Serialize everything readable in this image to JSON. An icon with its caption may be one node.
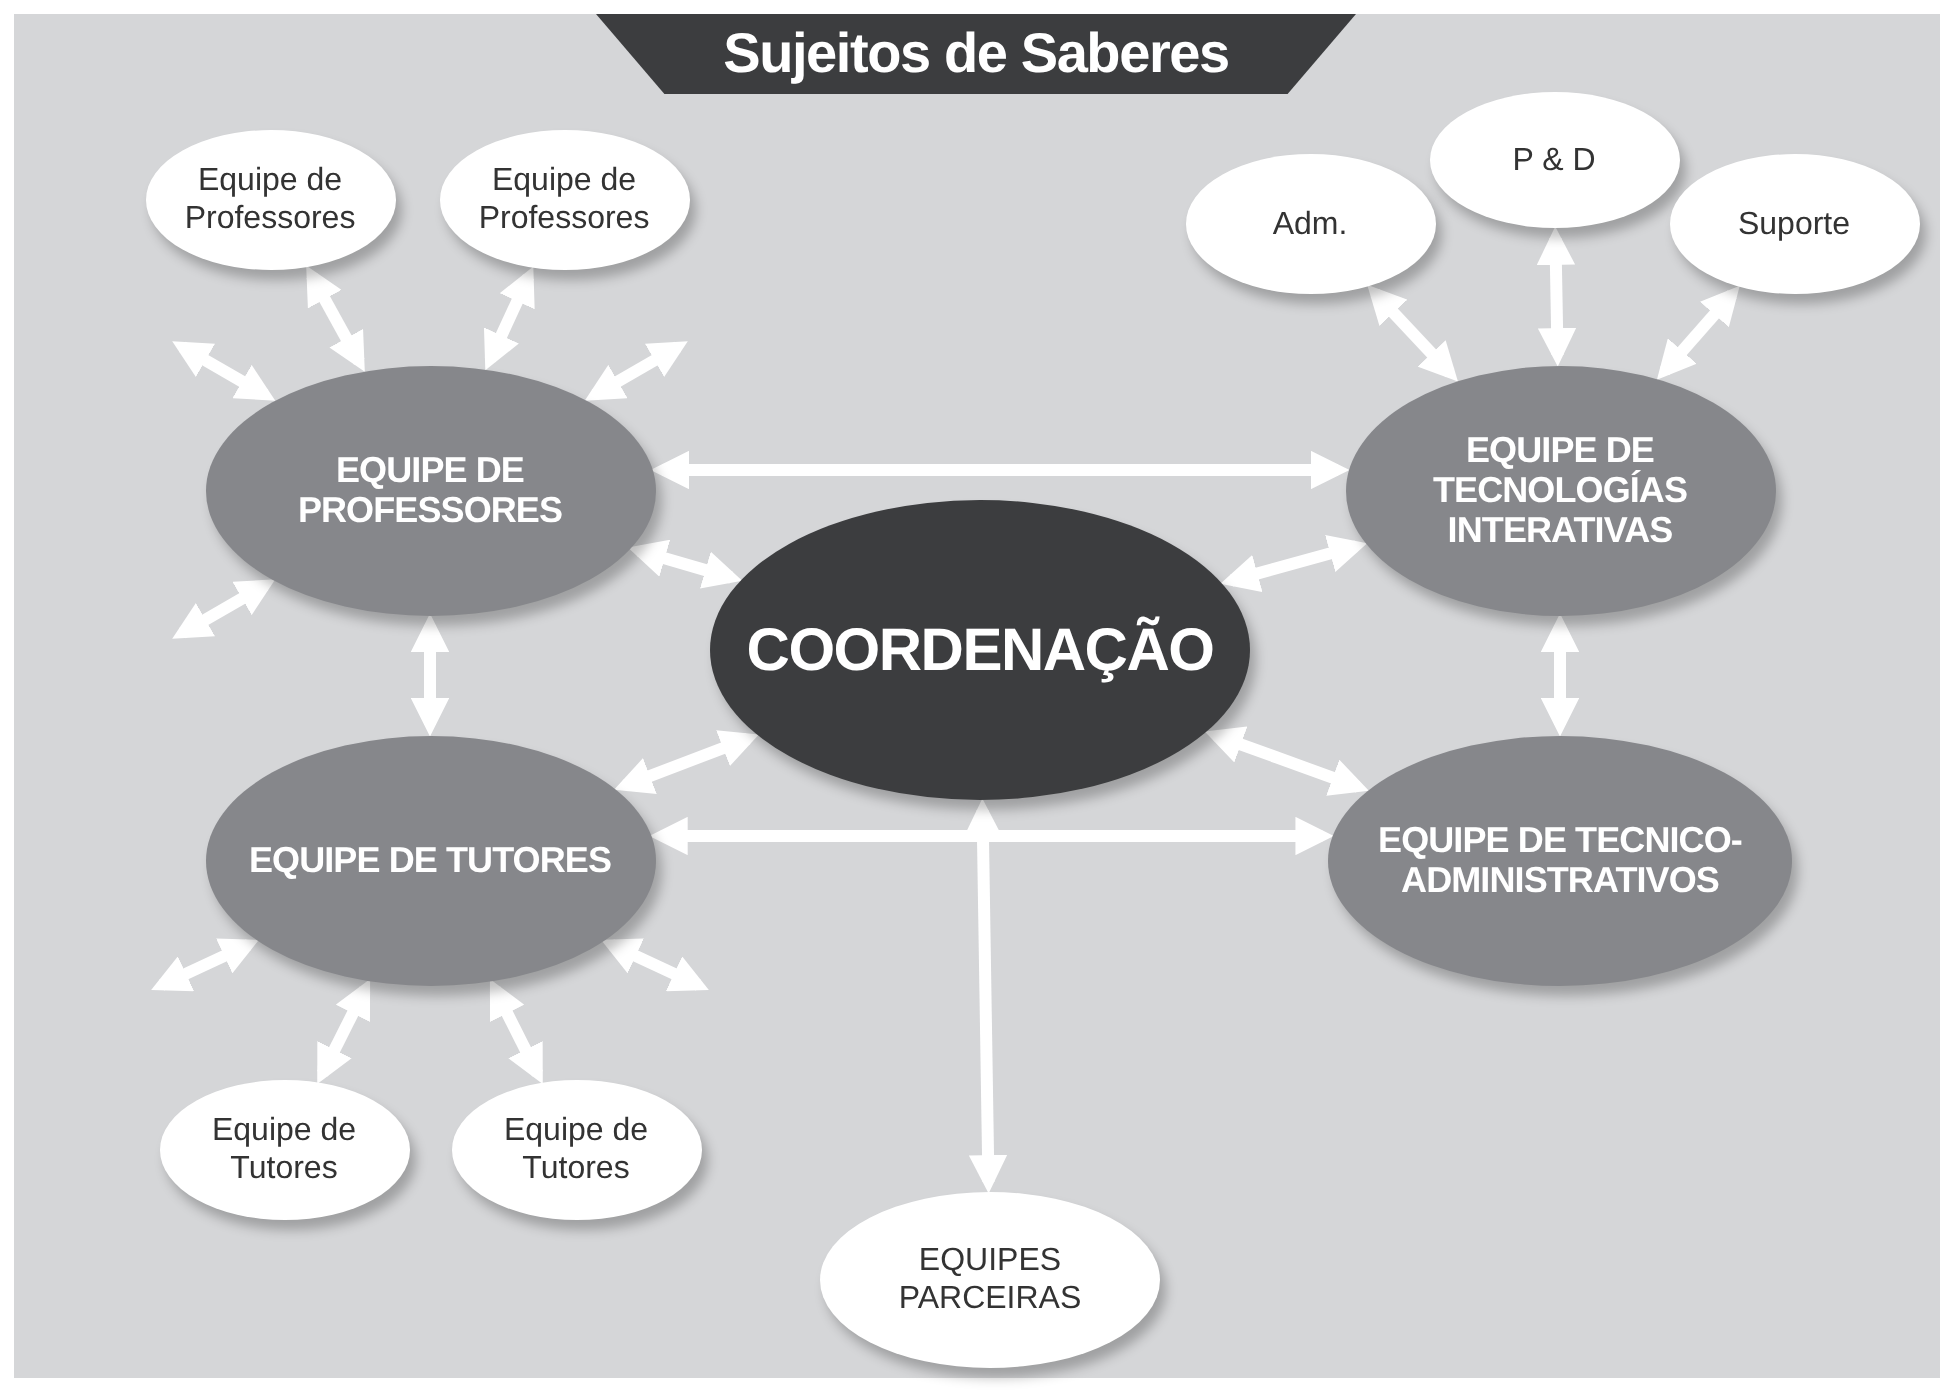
{
  "diagram": {
    "title": "Sujeitos de Saberes",
    "nodes": [
      {
        "text": [
          "EQUIPE DE PROFESSORES"
        ]
      },
      {
        "text": [
          "Equipe de Professores"
        ]
      },
      {
        "text": [
          "Equipe de Professores"
        ]
      },
      {
        "text": [
          "COORDENAÇÃO"
        ]
      },
      {
        "text": [
          "EQUIPE DE TECNOLOGÍAS INTERATIVAS"
        ]
      },
      {
        "text": [
          "Adm."
        ]
      },
      {
        "text": [
          "P & D"
        ]
      },
      {
        "text": [
          "Suporte"
        ]
      },
      {
        "text": [
          "EQUIPE DE TUTORES"
        ]
      },
      {
        "text": [
          "Equipe de Tutores"
        ]
      },
      {
        "text": [
          "Equipe de Tutores"
        ]
      },
      {
        "text": [
          "EQUIPE DE TECNICO-ADMINISTRATIVOS"
        ]
      },
      {
        "text": [
          "EQUIPES PARCEIRAS"
        ]
      }
    ],
    "edges": [
      {
        "from": 0,
        "to": 1,
        "arrow": "both"
      },
      {
        "from": 0,
        "to": 2,
        "arrow": "both"
      },
      {
        "from": 0,
        "to": null,
        "arrow": "both"
      },
      {
        "from": 0,
        "to": null,
        "arrow": "both"
      },
      {
        "from": 0,
        "to": null,
        "arrow": "both"
      },
      {
        "from": 0,
        "to": 3,
        "arrow": "both"
      },
      {
        "from": 0,
        "to": 4,
        "arrow": "both"
      },
      {
        "from": 0,
        "to": 8,
        "arrow": "both"
      },
      {
        "from": 4,
        "to": 5,
        "arrow": "both"
      },
      {
        "from": 4,
        "to": 6,
        "arrow": "both"
      },
      {
        "from": 4,
        "to": 7,
        "arrow": "both"
      },
      {
        "from": 3,
        "to": 4,
        "arrow": "both"
      },
      {
        "from": 4,
        "to": 11,
        "arrow": "both"
      },
      {
        "from": 3,
        "to": 8,
        "arrow": "both"
      },
      {
        "from": 3,
        "to": 11,
        "arrow": "both"
      },
      {
        "from": 8,
        "to": 11,
        "arrow": "both"
      },
      {
        "from": 3,
        "to": 12,
        "arrow": "both"
      },
      {
        "from": 8,
        "to": null,
        "arrow": "both"
      },
      {
        "from": 8,
        "to": null,
        "arrow": "both"
      },
      {
        "from": 8,
        "to": 9,
        "arrow": "both"
      },
      {
        "from": 8,
        "to": 10,
        "arrow": "both"
      }
    ]
  }
}
